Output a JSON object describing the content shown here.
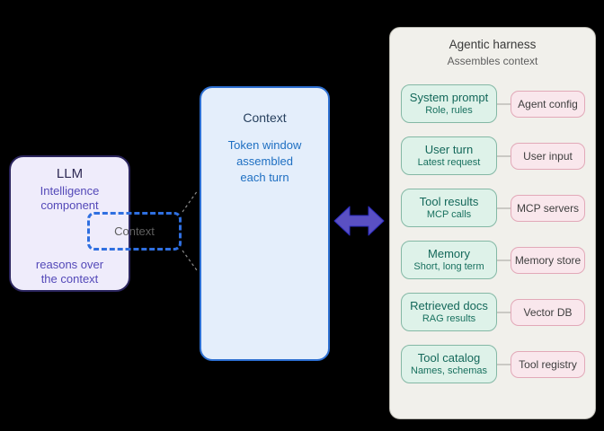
{
  "llm_box": {
    "title": "LLM",
    "subtitle_line1": "Intelligence",
    "subtitle_line2": "component",
    "footer_line1": "reasons over",
    "footer_line2": "the context"
  },
  "context_overlay": {
    "label": "Context"
  },
  "context_box": {
    "title": "Context",
    "body_line1": "Token window",
    "body_line2": "assembled",
    "body_line3": "each turn"
  },
  "harness": {
    "title": "Agentic harness",
    "subtitle": "Assembles context",
    "rows": [
      {
        "component": "System prompt",
        "detail": "Role, rules",
        "source": "Agent config"
      },
      {
        "component": "User turn",
        "detail": "Latest request",
        "source": "User input"
      },
      {
        "component": "Tool results",
        "detail": "MCP calls",
        "source": "MCP servers"
      },
      {
        "component": "Memory",
        "detail": "Short, long term",
        "source": "Memory store"
      },
      {
        "component": "Retrieved docs",
        "detail": "RAG results",
        "source": "Vector DB"
      },
      {
        "component": "Tool catalog",
        "detail": "Names, schemas",
        "source": "Tool registry"
      }
    ]
  },
  "icons": {
    "bidirectional_arrow": "double-headed horizontal arrow between Context and Agentic harness"
  },
  "colors": {
    "background": "#000000",
    "llm_fill": "#efecfb",
    "llm_border": "#2b255e",
    "llm_text_accent": "#5348b8",
    "context_fill": "#e4eefb",
    "context_border": "#2d6fd1",
    "context_text_accent": "#1e6fc2",
    "dashed_overlay_border": "#2f6fe0",
    "harness_fill": "#f1f0eb",
    "green_fill": "#def2e9",
    "green_border": "#84b8a5",
    "green_text": "#14685a",
    "pink_fill": "#f9e7ec",
    "pink_border": "#e2a9b8",
    "arrow_fill": "#5a50c3"
  }
}
